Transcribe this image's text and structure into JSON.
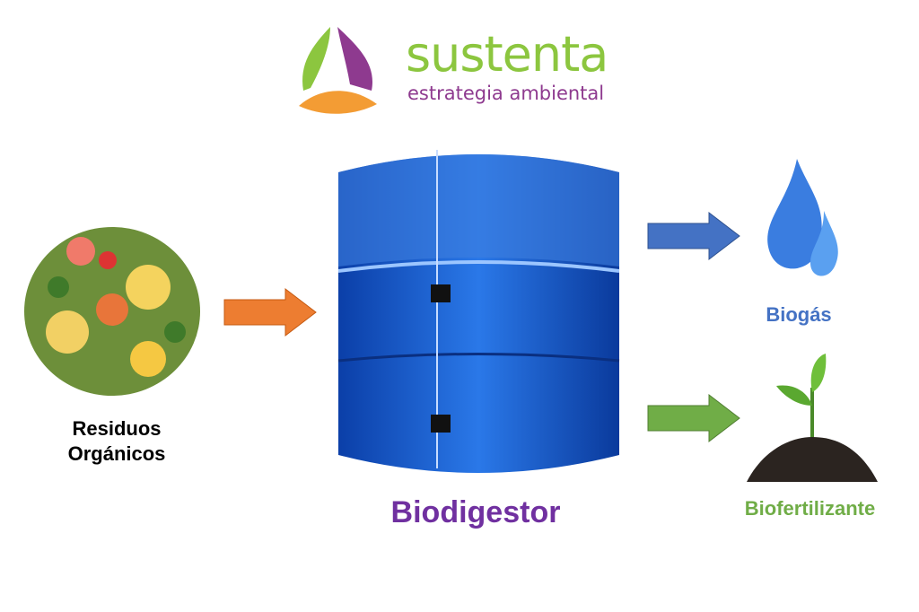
{
  "logo": {
    "name": "sustenta",
    "tagline": "estrategia ambiental"
  },
  "labels": {
    "residuos": "Residuos Orgánicos",
    "biodigestor": "Biodigestor",
    "biogas": "Biogás",
    "biofertilizante": "Biofertilizante"
  },
  "colors": {
    "purple": "#7030a0",
    "blue": "#4472c4",
    "green": "#70ad47",
    "orange": "#ed7d31"
  }
}
